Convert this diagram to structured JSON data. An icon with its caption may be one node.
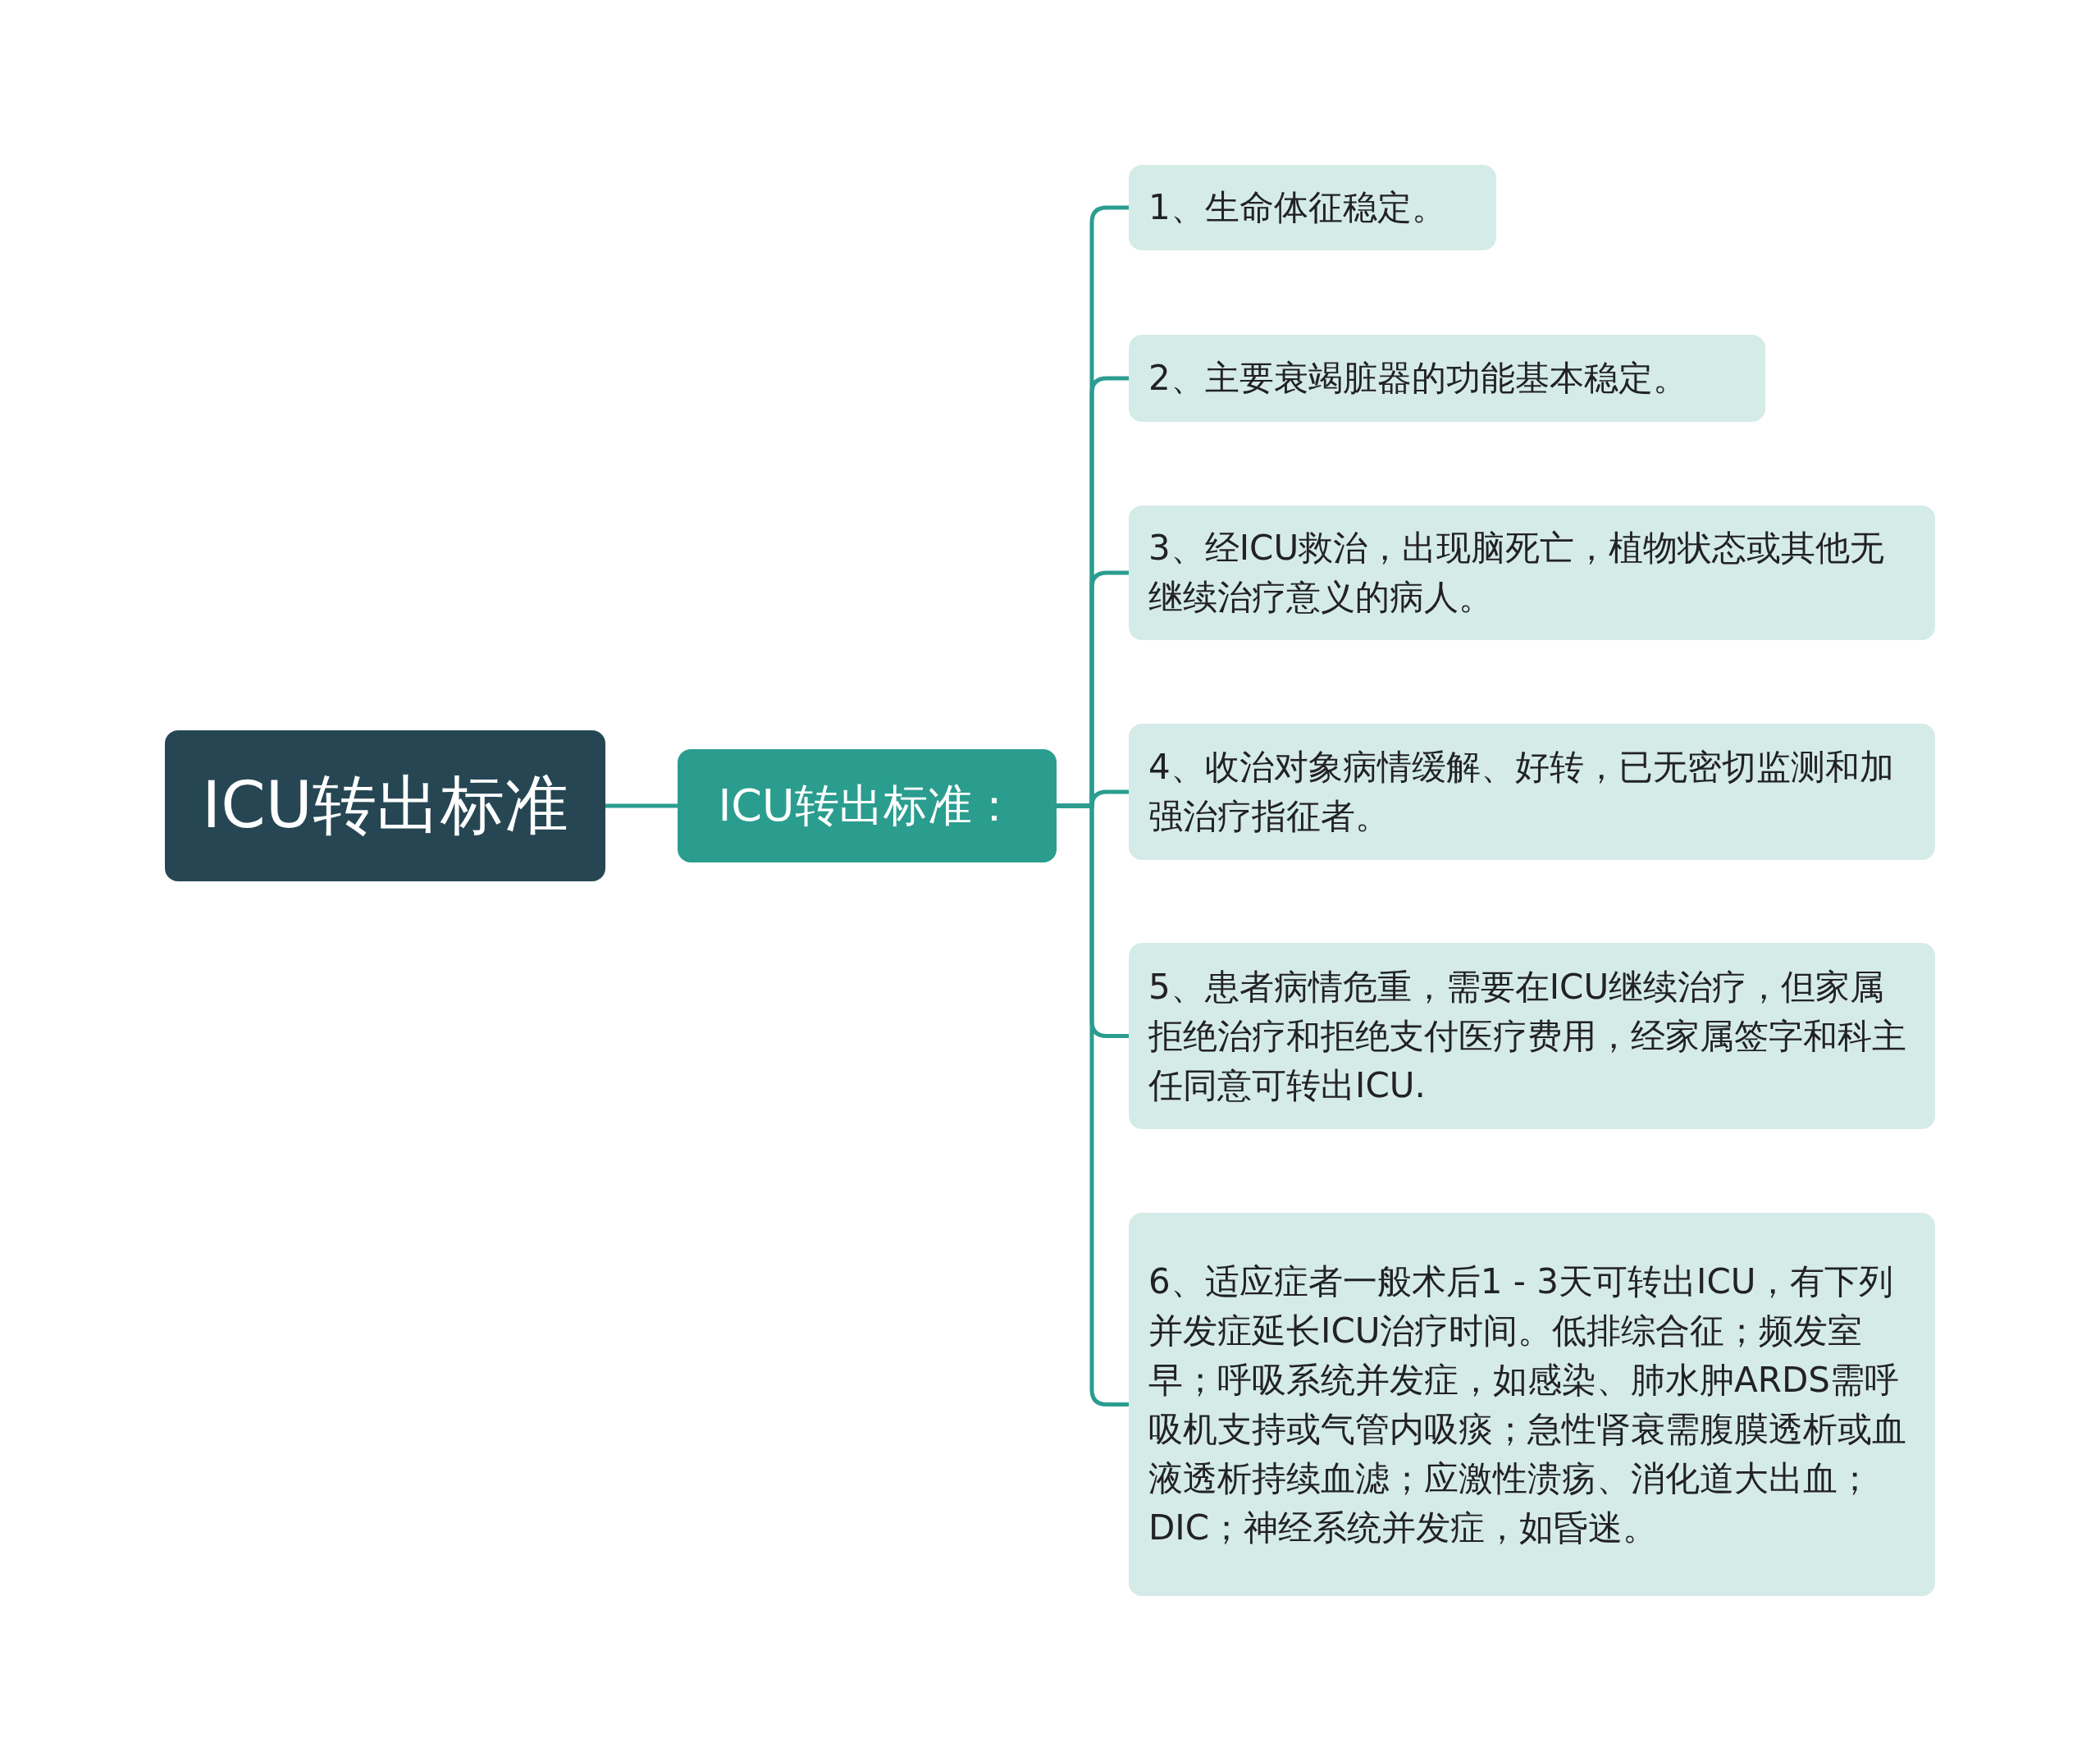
{
  "diagram": {
    "nodes": [
      {
        "text": [
          "ICU转出标准"
        ]
      },
      {
        "text": [
          "ICU转出标准："
        ]
      },
      {
        "text": [
          "1、生命体征稳定。"
        ]
      },
      {
        "text": [
          "2、主要衰竭脏器的功能基本稳定。"
        ]
      },
      {
        "text": [
          "3、经ICU救治，出现脑死亡，植物状态或其他无继续治疗意义的病人。"
        ]
      },
      {
        "text": [
          "4、收治对象病情缓解、好转，已无密切监测和加强治疗指征者。"
        ]
      },
      {
        "text": [
          "5、患者病情危重，需要在ICU继续治疗，但家属拒绝治疗和拒绝支付医疗费用，经家属签字和科主任同意可转出ICU."
        ]
      },
      {
        "text": [
          "6、适应症者一般术后1 - 3天可转出ICU，有下列并发症延长ICU治疗时间。低排综合征；频发室早；呼吸系统并发症，如感染、肺水肿ARDS需呼吸机支持或气管内吸痰；急性肾衰需腹膜透析或血液透析持续血滤；应激性溃疡、消化道大出血；DIC；神经系统并发症，如昏迷。"
        ]
      }
    ],
    "edges": [
      {
        "from": 0,
        "to": 1,
        "arrow": "none"
      },
      {
        "from": 1,
        "to": 2,
        "arrow": "none"
      },
      {
        "from": 1,
        "to": 3,
        "arrow": "none"
      },
      {
        "from": 1,
        "to": 4,
        "arrow": "none"
      },
      {
        "from": 1,
        "to": 5,
        "arrow": "none"
      },
      {
        "from": 1,
        "to": 6,
        "arrow": "none"
      },
      {
        "from": 1,
        "to": 7,
        "arrow": "none"
      }
    ]
  }
}
